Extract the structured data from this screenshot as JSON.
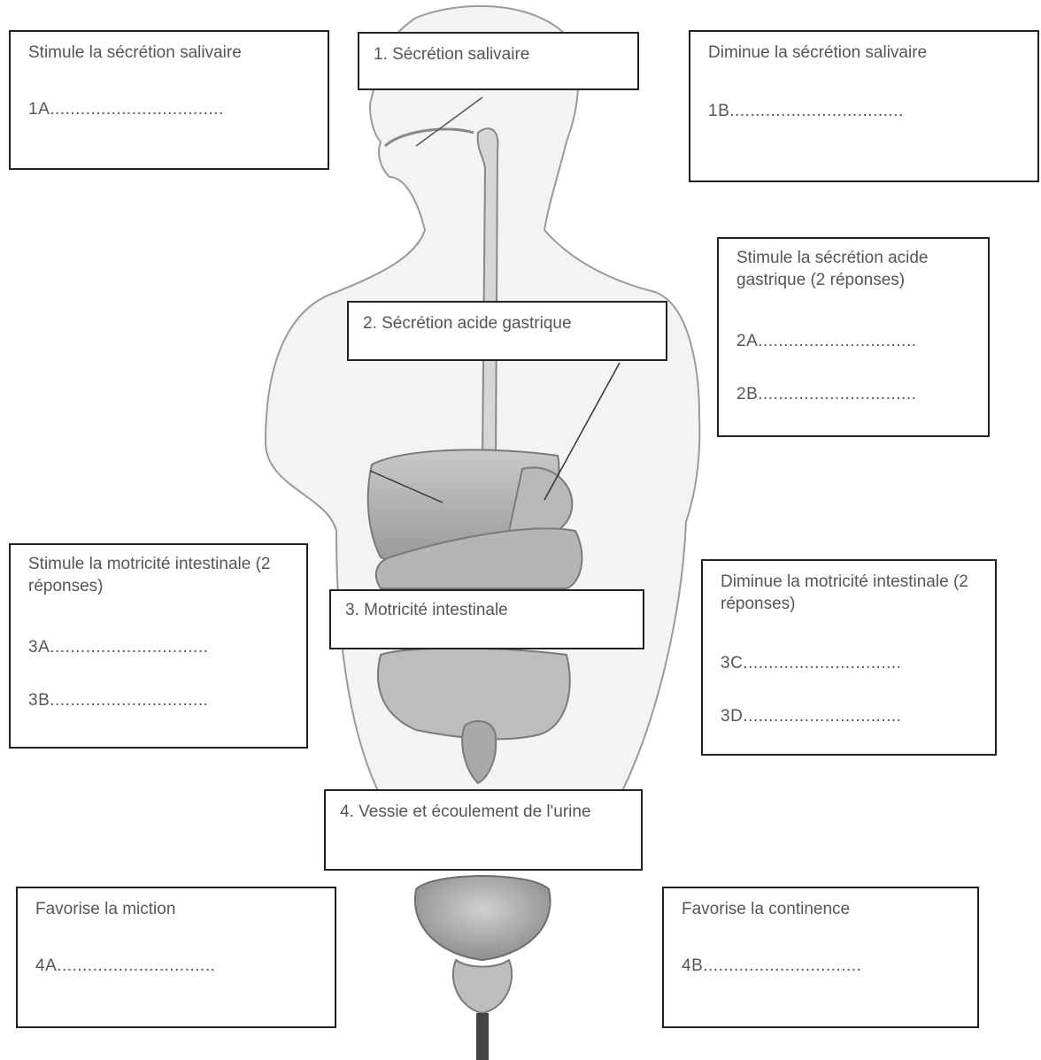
{
  "center_labels": {
    "salivary": "1. Sécrétion salivaire",
    "gastric": "2. Sécrétion acide gastrique",
    "intestinal": "3. Motricité  intestinale",
    "bladder": "4. Vessie et écoulement de l'urine"
  },
  "boxes": {
    "b1a": {
      "title": "Stimule la sécrétion salivaire",
      "answers": [
        "1A.................................."
      ]
    },
    "b1b": {
      "title": "Diminue la sécrétion salivaire",
      "answers": [
        "1B.................................."
      ]
    },
    "b2": {
      "title": "Stimule la sécrétion acide gastrique (2 réponses)",
      "answers": [
        "2A...............................",
        "2B..............................."
      ]
    },
    "b3ab": {
      "title": "Stimule la motricité intestinale (2 réponses)",
      "answers": [
        "3A...............................",
        "3B..............................."
      ]
    },
    "b3cd": {
      "title": "Diminue la motricité intestinale (2 réponses)",
      "answers": [
        "3C...............................",
        "3D..............................."
      ]
    },
    "b4a": {
      "title": "Favorise la miction",
      "answers": [
        "4A..............................."
      ]
    },
    "b4b": {
      "title": "Favorise la continence",
      "answers": [
        "4B..............................."
      ]
    }
  }
}
